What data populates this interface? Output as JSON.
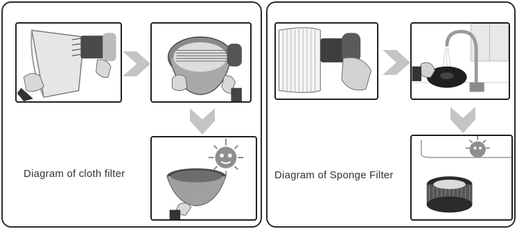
{
  "panels": [
    {
      "id": "cloth",
      "caption": "Diagram of cloth filter",
      "steps": [
        "brush-cloth-filter-exterior",
        "brush-cloth-filter-interior",
        "dry-cloth-filter-in-sun"
      ]
    },
    {
      "id": "sponge",
      "caption": "Diagram of Sponge Filter",
      "steps": [
        "brush-pleated-filter",
        "rinse-filter-under-tap",
        "dry-filter-in-sun"
      ]
    }
  ],
  "icons": [
    "brush-icon",
    "hand-icon",
    "sun-icon",
    "faucet-icon",
    "arrow-right-icon",
    "arrow-down-icon"
  ],
  "colors": {
    "arrow": "#c4c4c4",
    "border": "#222222",
    "sun": "#8a8a8a"
  }
}
